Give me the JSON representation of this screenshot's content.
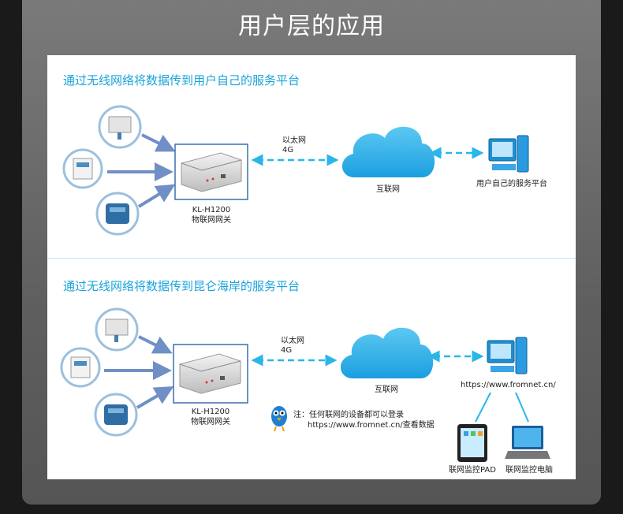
{
  "title": "用户层的应用",
  "section1": {
    "heading": "通过无线网络将数据传到用户自己的服务平台",
    "link_label_1": "以太网",
    "link_label_2": "4G",
    "cloud_label": "互联网",
    "gateway_model": "KL-H1200",
    "gateway_name": "物联网网关",
    "platform_label": "用户自己的服务平台"
  },
  "section2": {
    "heading": "通过无线网络将数据传到昆仑海岸的服务平台",
    "link_label_1": "以太网",
    "link_label_2": "4G",
    "cloud_label": "互联网",
    "gateway_model": "KL-H1200",
    "gateway_name": "物联网网关",
    "server_url": "https://www.fromnet.cn/",
    "note_line1": "注：任何联网的设备都可以登录",
    "note_line2": "https://www.fromnet.cn/查看数据",
    "pad_label": "联网监控PAD",
    "laptop_label": "联网监控电脑"
  },
  "colors": {
    "accent": "#1aa3dc",
    "arrow": "#6f8fc6",
    "cloud": "#2fb0ea"
  }
}
